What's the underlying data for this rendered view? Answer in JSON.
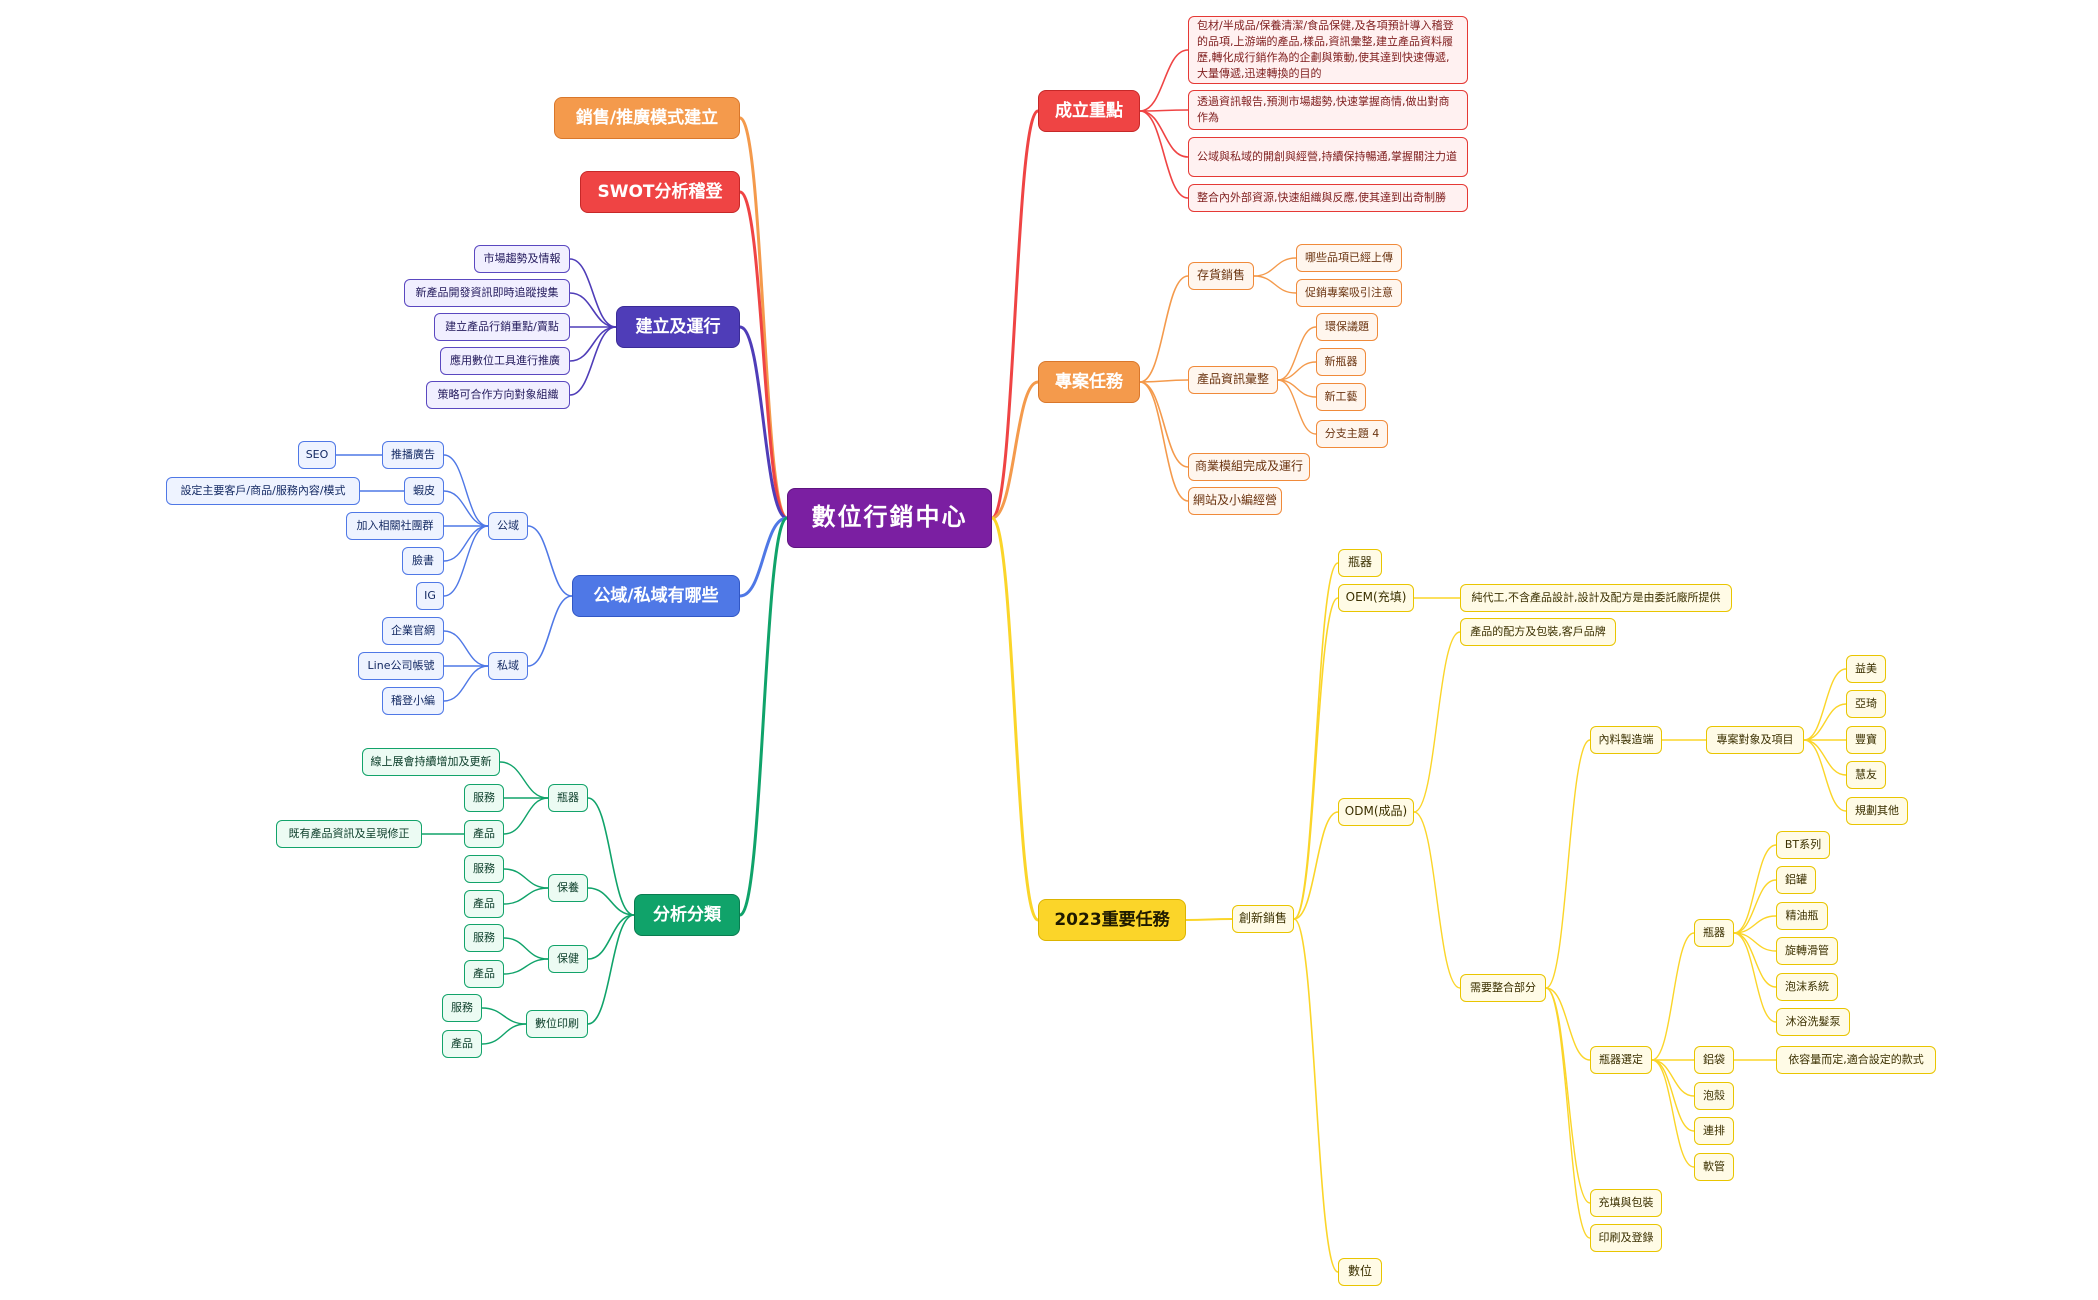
{
  "root": "數位行銷中心",
  "right": {
    "success": {
      "title": "成立重點",
      "items": [
        "包材/半成品/保養清潔/食品保健,及各項預計導入稽登的品項,上游端的產品,樣品,資訊彙整,建立產品資料履歷,轉化成行銷作為的企劃與策動,使其達到快速傳遞,大量傳遞,迅速轉換的目的",
        "透過資訊報告,預測市場趨勢,快速掌握商情,做出對商作為",
        "公域與私域的開創與經營,持續保持暢通,掌握關注力道",
        "整合內外部資源,快速組織與反應,使其達到出奇制勝"
      ]
    },
    "project": {
      "title": "專案任務",
      "inventory": {
        "label": "存貨銷售",
        "items": [
          "哪些品項已經上傳",
          "促銷專案吸引注意"
        ]
      },
      "info": {
        "label": "產品資訊彙整",
        "items": [
          "環保議題",
          "新瓶器",
          "新工藝",
          "分支主題 4"
        ]
      },
      "others": [
        "商業模組完成及運行",
        "網站及小編經營"
      ]
    },
    "tasks2023": {
      "title": "2023重要任務",
      "innovation": "創新銷售",
      "bottle": "瓶器",
      "oem": {
        "label": "OEM(充填)",
        "note": "純代工,不含產品設計,設計及配方是由委託廠所提供"
      },
      "odm": {
        "label": "ODM(成品)",
        "note": "產品的配方及包裝,客戶品牌",
        "inner": {
          "label": "內料製造端",
          "project": "專案對象及項目",
          "items": [
            "益美",
            "亞琦",
            "豐寶",
            "慧友",
            "規劃其他"
          ]
        },
        "integrate": {
          "label": "需要整合部分",
          "select": {
            "label": "瓶器選定",
            "bottle": {
              "label": "瓶器",
              "items": [
                "BT系列",
                "鋁罐",
                "精油瓶",
                "旋轉滑管",
                "泡沫系統",
                "沐浴洗髮泵"
              ]
            },
            "bag": {
              "label": "鋁袋",
              "note": "依容量而定,適合設定的款式"
            },
            "others": [
              "泡殼",
              "連排",
              "軟管"
            ]
          },
          "fill": "充填與包裝",
          "print": "印刷及登錄"
        }
      },
      "digital": "數位"
    }
  },
  "left": {
    "salesModel": "銷售/推廣模式建立",
    "swot": "SWOT分析稽登",
    "operate": {
      "title": "建立及運行",
      "items": [
        "市場趨勢及情報",
        "新產品開發資訊即時追蹤搜集",
        "建立產品行銷重點/賣點",
        "應用數位工具進行推廣",
        "策略可合作方向對象組織"
      ]
    },
    "domain": {
      "title": "公域/私域有哪些",
      "public": {
        "label": "公域",
        "ads": "推播廣告",
        "seo": "SEO",
        "shopee": "蝦皮",
        "shopeeNote": "設定主要客戶/商品/服務內容/模式",
        "items": [
          "加入相關社團群",
          "臉書",
          "IG"
        ]
      },
      "private": {
        "label": "私域",
        "items": [
          "企業官網",
          "Line公司帳號",
          "稽登小編"
        ]
      }
    },
    "analysis": {
      "title": "分析分類",
      "bottle": {
        "label": "瓶器",
        "note1": "線上展會持續增加及更新",
        "service": "服務",
        "product": "產品",
        "note2": "既有產品資訊及呈現修正"
      },
      "care": {
        "label": "保養",
        "service": "服務",
        "product": "產品"
      },
      "health": {
        "label": "保健",
        "service": "服務",
        "product": "產品"
      },
      "print": {
        "label": "數位印刷",
        "service": "服務",
        "product": "產品"
      }
    }
  },
  "colors": {
    "red": "#ef4444",
    "orange": "#f49a4c",
    "yellow": "#fbd529",
    "purple": "#4f3db8",
    "blue": "#4f78e6",
    "green": "#10a36a",
    "root": "#7b1fa2"
  }
}
